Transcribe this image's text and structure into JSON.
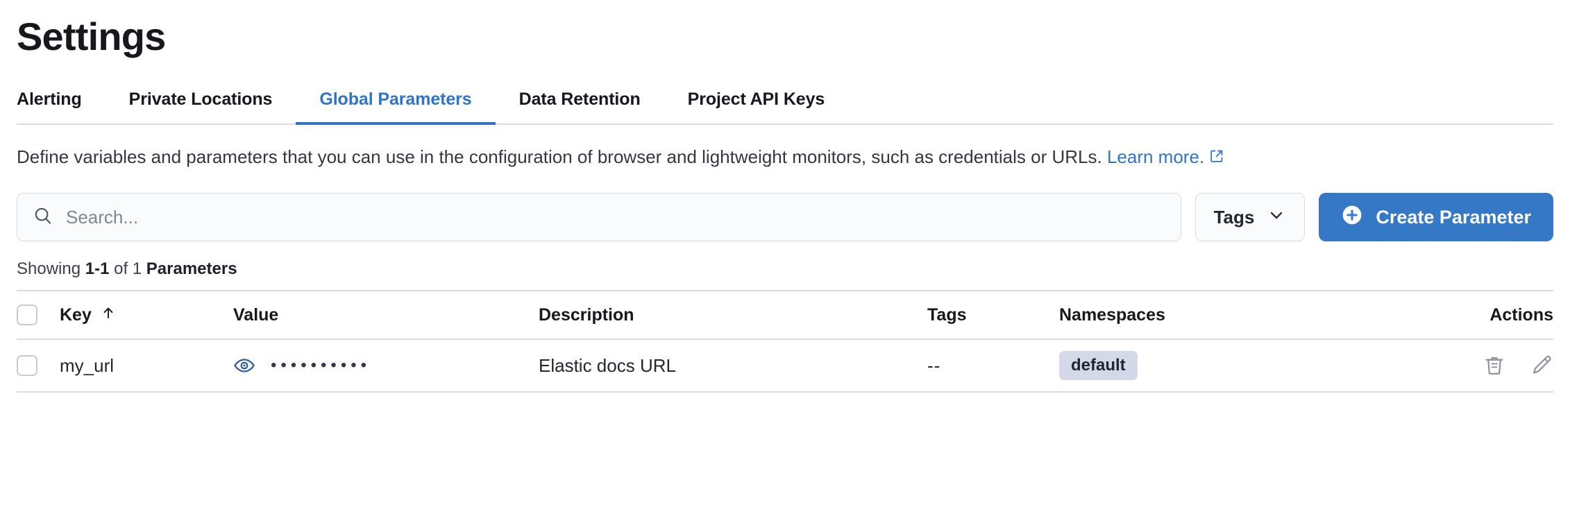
{
  "header": {
    "title": "Settings"
  },
  "tabs": [
    {
      "label": "Alerting",
      "active": false
    },
    {
      "label": "Private Locations",
      "active": false
    },
    {
      "label": "Global Parameters",
      "active": true
    },
    {
      "label": "Data Retention",
      "active": false
    },
    {
      "label": "Project API Keys",
      "active": false
    }
  ],
  "description": {
    "text": "Define variables and parameters that you can use in the configuration of browser and lightweight monitors, such as credentials or URLs. ",
    "link_label": "Learn more.",
    "link_icon": "external-link-icon"
  },
  "toolbar": {
    "search_placeholder": "Search...",
    "search_value": "",
    "search_icon": "search-icon",
    "tags_label": "Tags",
    "tags_chevron_icon": "chevron-down-icon",
    "create_label": "Create Parameter",
    "create_icon": "plus-circle-icon"
  },
  "results": {
    "prefix": "Showing ",
    "range": "1-1",
    "middle": " of 1 ",
    "suffix": "Parameters"
  },
  "table": {
    "columns": {
      "key": "Key",
      "value": "Value",
      "description": "Description",
      "tags": "Tags",
      "namespaces": "Namespaces",
      "actions": "Actions"
    },
    "sort": {
      "column": "key",
      "direction": "asc",
      "icon": "arrow-up-icon"
    },
    "select_all_checked": false,
    "rows": [
      {
        "checked": false,
        "key": "my_url",
        "value_masked": "••••••••••",
        "value_reveal_icon": "eye-icon",
        "description": "Elastic docs URL",
        "tags": "--",
        "namespaces": [
          "default"
        ],
        "actions": [
          {
            "name": "delete-icon",
            "label": "Delete"
          },
          {
            "name": "edit-icon",
            "label": "Edit"
          }
        ]
      }
    ]
  },
  "colors": {
    "accent_blue": "#3578c6",
    "tab_active": "#2f74c8",
    "link": "#2f74c8",
    "badge_bg": "#d3d9e9",
    "eye_icon": "#2f5fa5",
    "border": "#d9dce5",
    "text_primary": "#16181d",
    "text_muted": "#7e8594"
  }
}
